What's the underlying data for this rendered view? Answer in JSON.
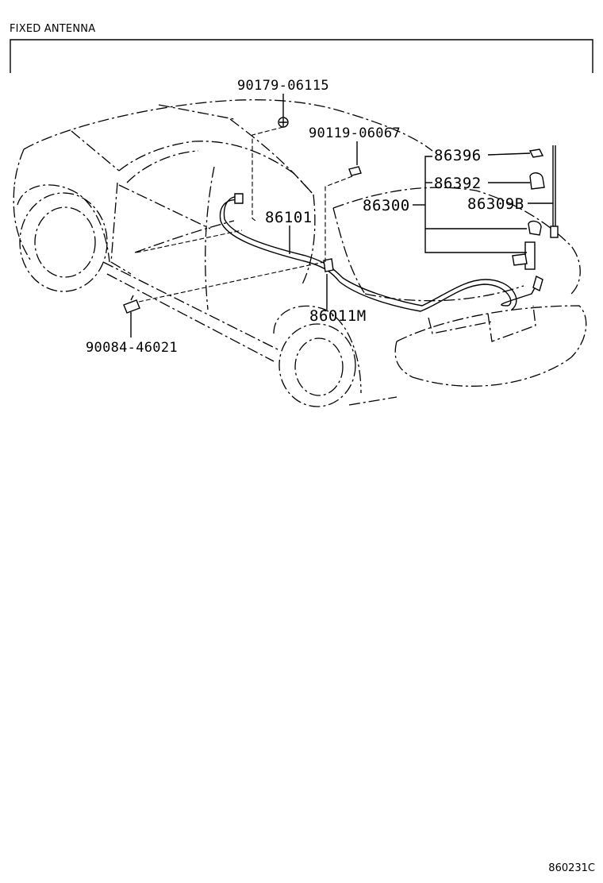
{
  "header": {
    "title": "FIXED ANTENNA"
  },
  "footer": {
    "code": "860231C"
  },
  "parts": {
    "p90179": "90179-06115",
    "p90119": "90119-06067",
    "p86396": "86396",
    "p86392": "86392",
    "p86300": "86300",
    "p86309B": "86309B",
    "p86101": "86101",
    "p86011M": "86011M",
    "p90084": "90084-46021"
  }
}
